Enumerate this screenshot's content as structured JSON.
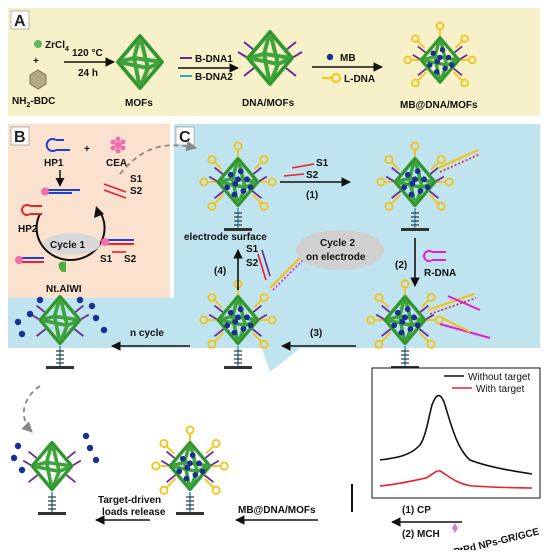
{
  "panel_a": {
    "letter": "A",
    "zrcl4": "ZrCl",
    "zrcl4_sub": "4",
    "plus": "+",
    "bdc": "NH",
    "bdc_sub": "2",
    "bdc_rest": "-BDC",
    "temp": "120 °C",
    "time": "24 h",
    "mofs": "MOFs",
    "bdna1": "B-DNA1",
    "bdna2": "B-DNA2",
    "dna_mofs": "DNA/MOFs",
    "mb": "MB",
    "ldna": "L-DNA",
    "mb_dna_mofs": "MB@DNA/MOFs"
  },
  "panel_b": {
    "letter": "B",
    "hp1": "HP1",
    "plus": "+",
    "cea": "CEA",
    "s1": "S1",
    "s2": "S2",
    "hp2": "HP2",
    "cycle1": "Cycle 1",
    "s1b": "S1",
    "s2b": "S2",
    "enzyme": "Nt.AlWI"
  },
  "panel_c": {
    "letter": "C",
    "s1": "S1",
    "s2": "S2",
    "step1": "(1)",
    "step2": "(2)",
    "rdna": "R-DNA",
    "step3": "(3)",
    "step4": "(4)",
    "s1b": "S1",
    "s2b": "S2",
    "electrode_surface": "electrode surface",
    "cycle2_line1": "Cycle 2",
    "cycle2_line2": "on electrode",
    "ncycle": "n cycle"
  },
  "bottom": {
    "target_driven_line1": "Target-driven",
    "target_driven_line2": "loads release",
    "mb_dna_mofs": "MB@DNA/MOFs",
    "cp": "(1) CP",
    "mch": "(2) MCH",
    "electrode_label": "PtPd NPs-GR/GCE"
  },
  "inset": {
    "legend_without": "Without target",
    "legend_with": "With target",
    "colors": {
      "without": "#111111",
      "with": "#e8212b"
    }
  },
  "colors": {
    "panel_a_bg": "#f6f1c8",
    "panel_b_bg": "#fbe2cf",
    "panel_c_bg": "#bfe3ef",
    "mof": "#3ea33a",
    "mb": "#1a2f8f",
    "red": "#e8212b",
    "magenta": "#e21ccf",
    "purple": "#6a2c91",
    "ldna": "#f3c314"
  }
}
